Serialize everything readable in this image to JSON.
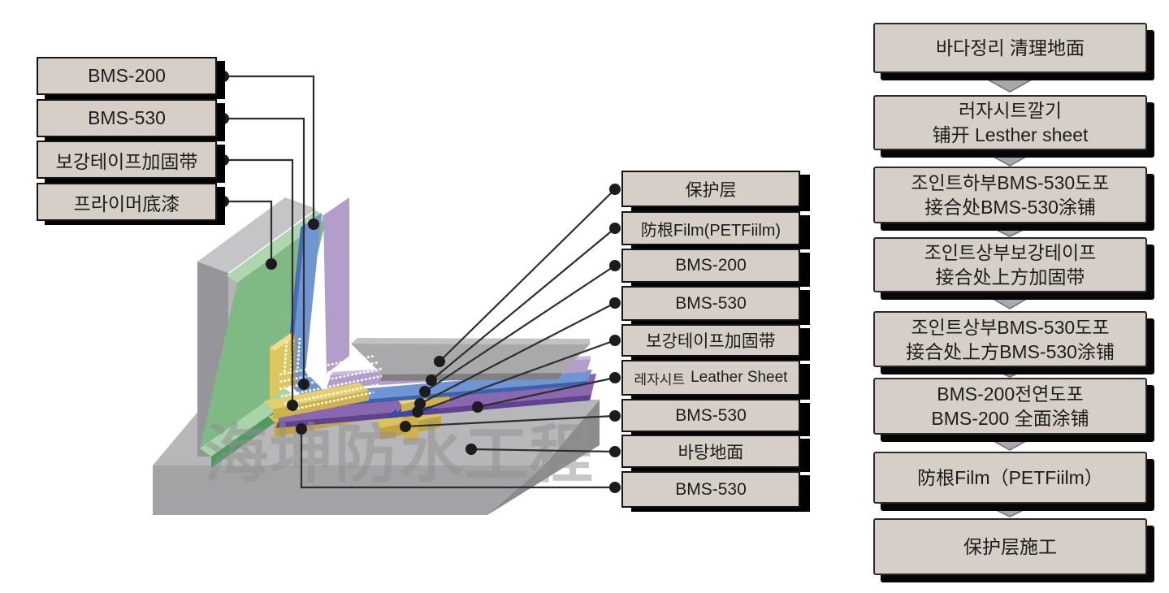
{
  "watermark": "海坤防水工程",
  "left_labels": [
    "BMS-200",
    "BMS-530",
    "보강테이프加固带",
    "프라이머底漆"
  ],
  "right_labels": [
    "保护层",
    "防根Film(PETFiilm)",
    "BMS-200",
    "BMS-530",
    "보강테이프加固带",
    {
      "ko": "레자시트",
      "en": "Leather Sheet"
    },
    "BMS-530",
    "바탕地面",
    "BMS-530"
  ],
  "flow_steps": [
    {
      "lines": [
        "바다정리 清理地面"
      ]
    },
    {
      "lines": [
        "러자시트깔기",
        "铺开 Lesther sheet"
      ]
    },
    {
      "lines": [
        "조인트하부BMS-530도포",
        "接合处BMS-530涂铺"
      ]
    },
    {
      "lines": [
        "조인트상부보강테이프",
        "接合处上方加固带"
      ]
    },
    {
      "lines": [
        "조인트상부BMS-530도포",
        "接合处上方BMS-530涂铺"
      ]
    },
    {
      "lines": [
        "BMS-200전연도포",
        "BMS-200 全面涂铺"
      ]
    },
    {
      "lines": [
        "防根Film（PETFiilm）"
      ]
    },
    {
      "lines": [
        "保护层施工"
      ]
    }
  ],
  "colors": {
    "box_fill": "#d6cfc7",
    "box_border": "#141414",
    "shadow": "#000000",
    "leader_line": "#2e2e2e",
    "primer_green": "#7fb983",
    "bms200_blue": "#6f96d2",
    "film_purple": "#b29dcb",
    "leather_purple": "#8a68b0",
    "bms530_yellow": "#e3cf6d",
    "concrete_gray": "#a9a9ac",
    "arrow_gray": "#a9a9ac"
  }
}
